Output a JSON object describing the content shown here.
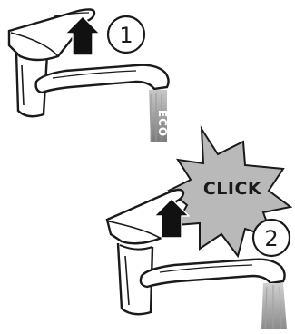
{
  "steps": [
    {
      "number": "1",
      "label": "ECO"
    },
    {
      "number": "2",
      "label": "CLICK"
    }
  ],
  "colors": {
    "outline": "#1a1a1a",
    "water_gray": "#8a8a8a",
    "burst_gray": "#b9b9b9"
  },
  "icons": [
    "up-arrow-icon",
    "up-arrow-icon",
    "water-stream-icon",
    "starburst-icon"
  ]
}
